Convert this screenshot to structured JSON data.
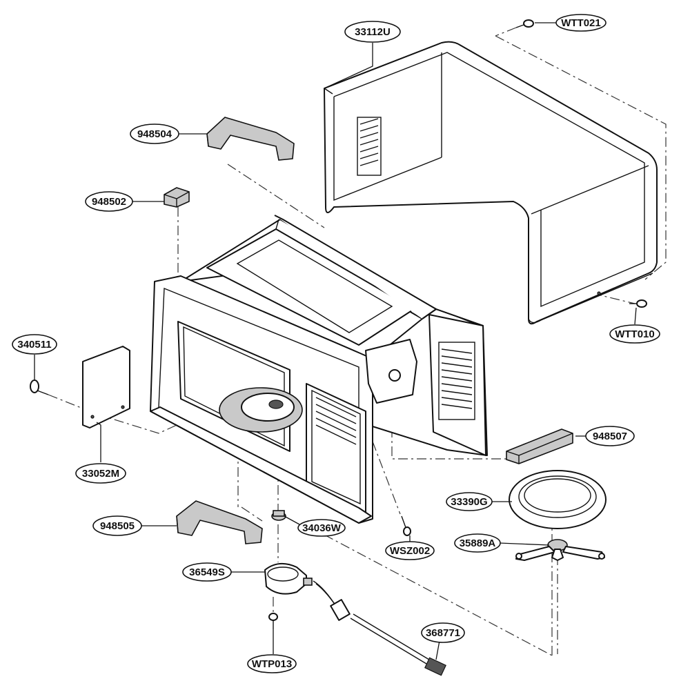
{
  "parts": [
    {
      "id": "p-33112U",
      "label": "33112U",
      "description": "cabinet"
    },
    {
      "id": "p-WTT021",
      "label": "WTT021",
      "description": "screw"
    },
    {
      "id": "p-948504",
      "label": "948504",
      "description": "pad"
    },
    {
      "id": "p-948502",
      "label": "948502",
      "description": "pad"
    },
    {
      "id": "p-340511",
      "label": "340511",
      "description": "screw"
    },
    {
      "id": "p-33052M",
      "label": "33052M",
      "description": "plate"
    },
    {
      "id": "p-WTT010",
      "label": "WTT010",
      "description": "screw"
    },
    {
      "id": "p-948507",
      "label": "948507",
      "description": "pad"
    },
    {
      "id": "p-33390G",
      "label": "33390G",
      "description": "tray"
    },
    {
      "id": "p-35889A",
      "label": "35889A",
      "description": "roller"
    },
    {
      "id": "p-948505",
      "label": "948505",
      "description": "pad"
    },
    {
      "id": "p-34036W",
      "label": "34036W",
      "description": "coupler"
    },
    {
      "id": "p-WSZ002",
      "label": "WSZ002",
      "description": "screw"
    },
    {
      "id": "p-36549S",
      "label": "36549S",
      "description": "motor"
    },
    {
      "id": "p-368771",
      "label": "368771",
      "description": "wire"
    },
    {
      "id": "p-WTP013",
      "label": "WTP013",
      "description": "screw"
    }
  ]
}
